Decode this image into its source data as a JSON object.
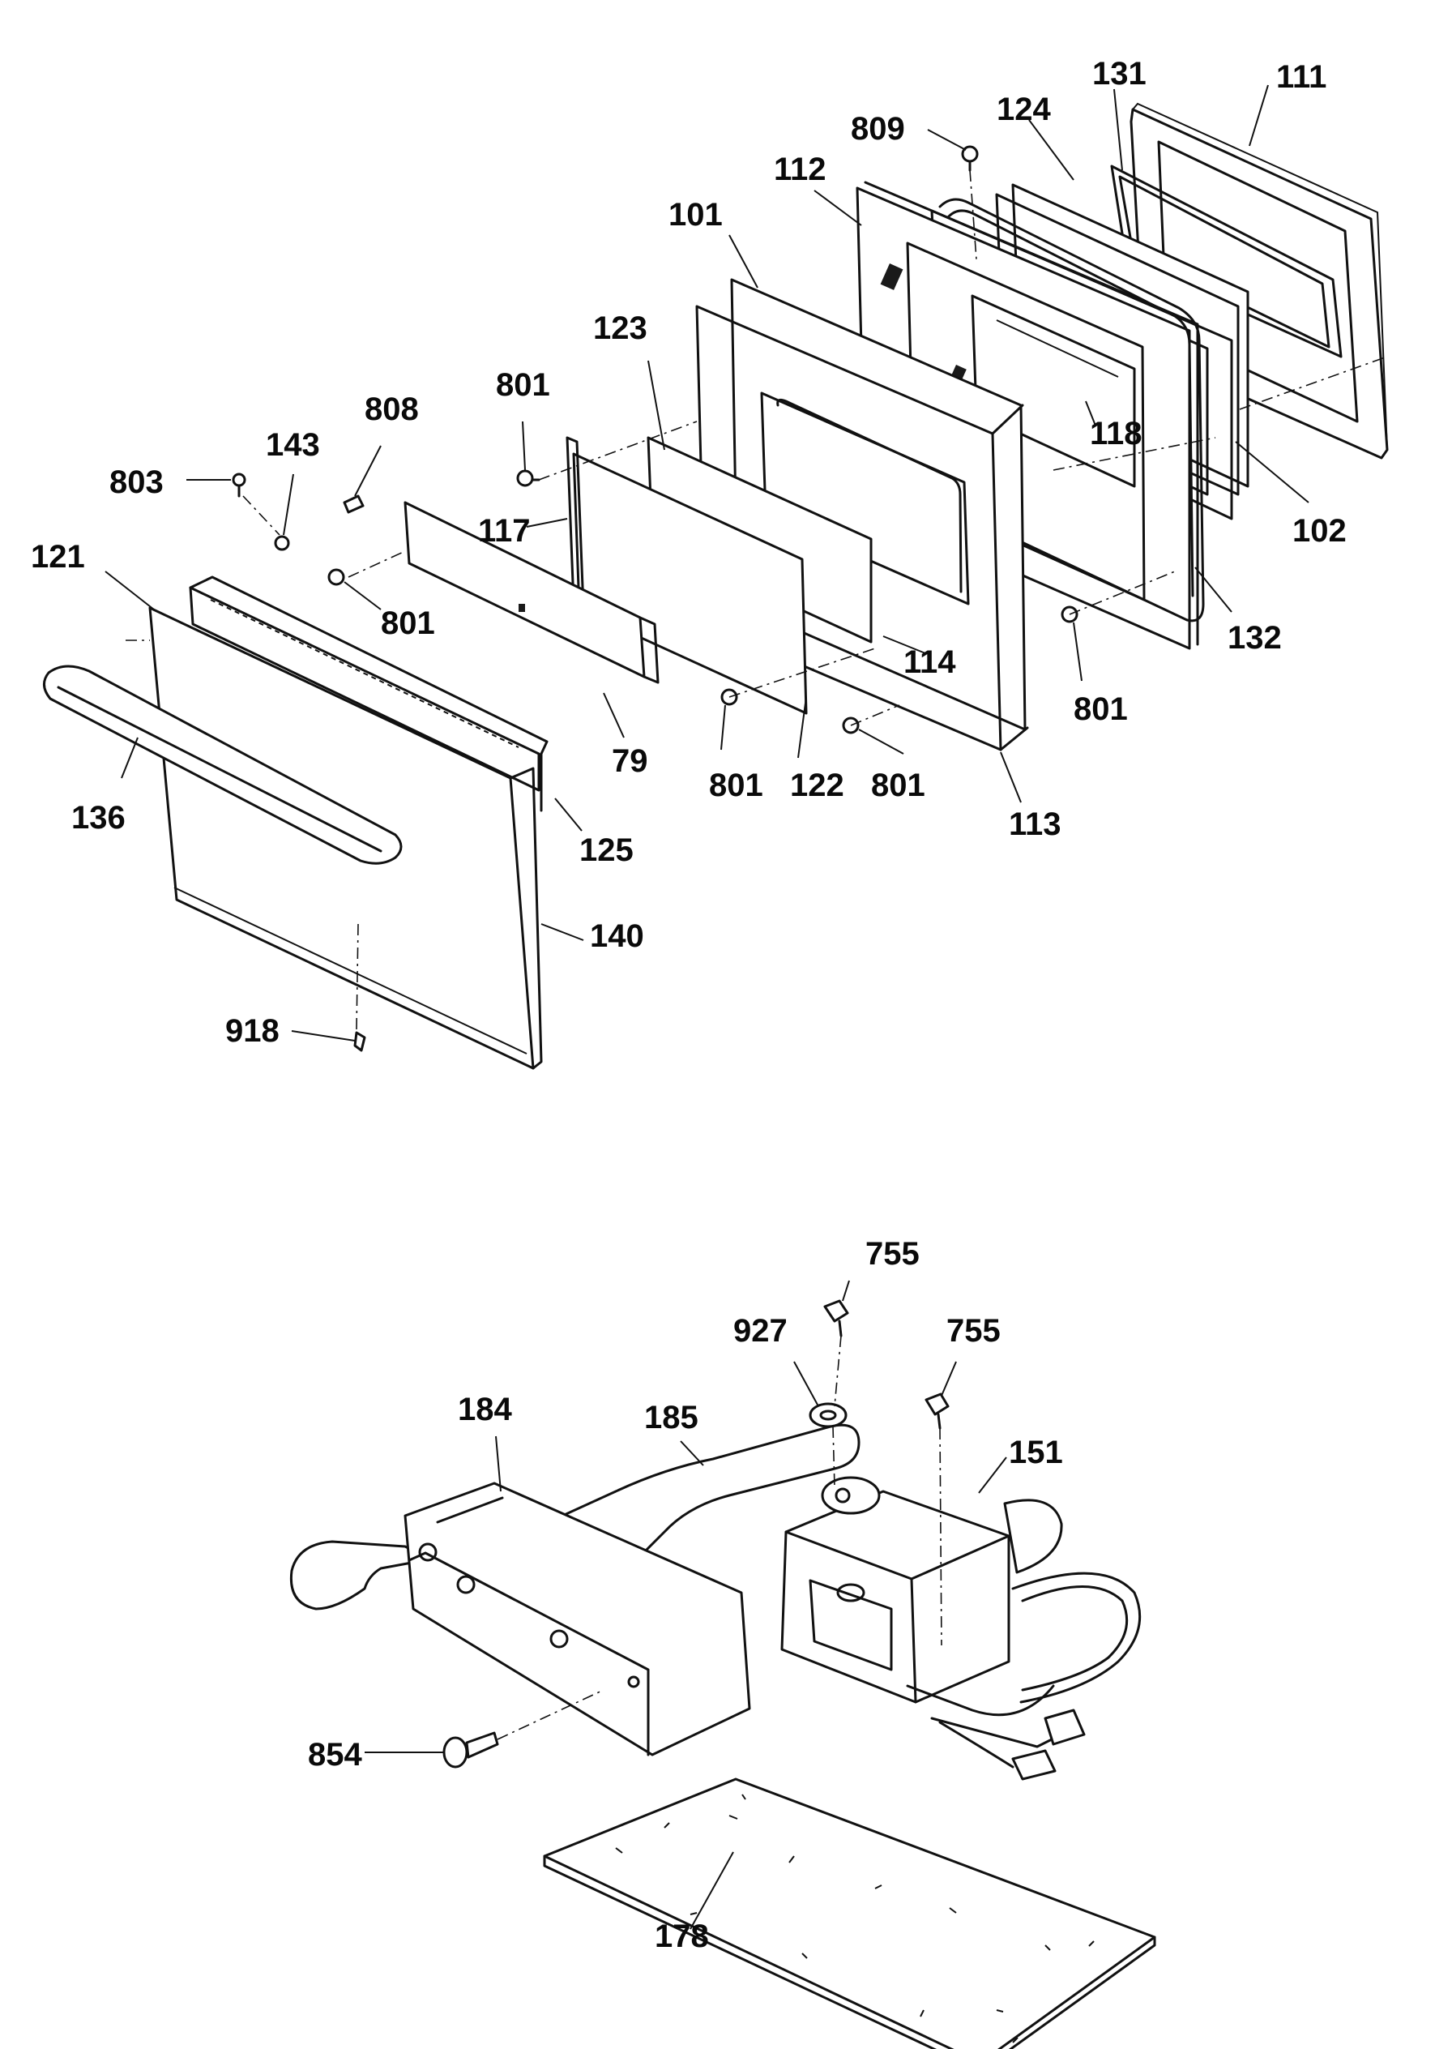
{
  "callouts": {
    "c111": "111",
    "c131": "131",
    "c124": "124",
    "c809": "809",
    "c112": "112",
    "c101": "101",
    "c123": "123",
    "c801a": "801",
    "c808": "808",
    "c143": "143",
    "c803": "803",
    "c117": "117",
    "c118": "118",
    "c102": "102",
    "c121": "121",
    "c801b": "801",
    "c132": "132",
    "c114": "114",
    "c801c": "801",
    "c136": "136",
    "c79": "79",
    "c801d": "801",
    "c122": "122",
    "c801e": "801",
    "c113": "113",
    "c125": "125",
    "c140": "140",
    "c918": "918",
    "c755a": "755",
    "c927": "927",
    "c755b": "755",
    "c184": "184",
    "c185": "185",
    "c151": "151",
    "c854": "854",
    "c178": "178"
  }
}
